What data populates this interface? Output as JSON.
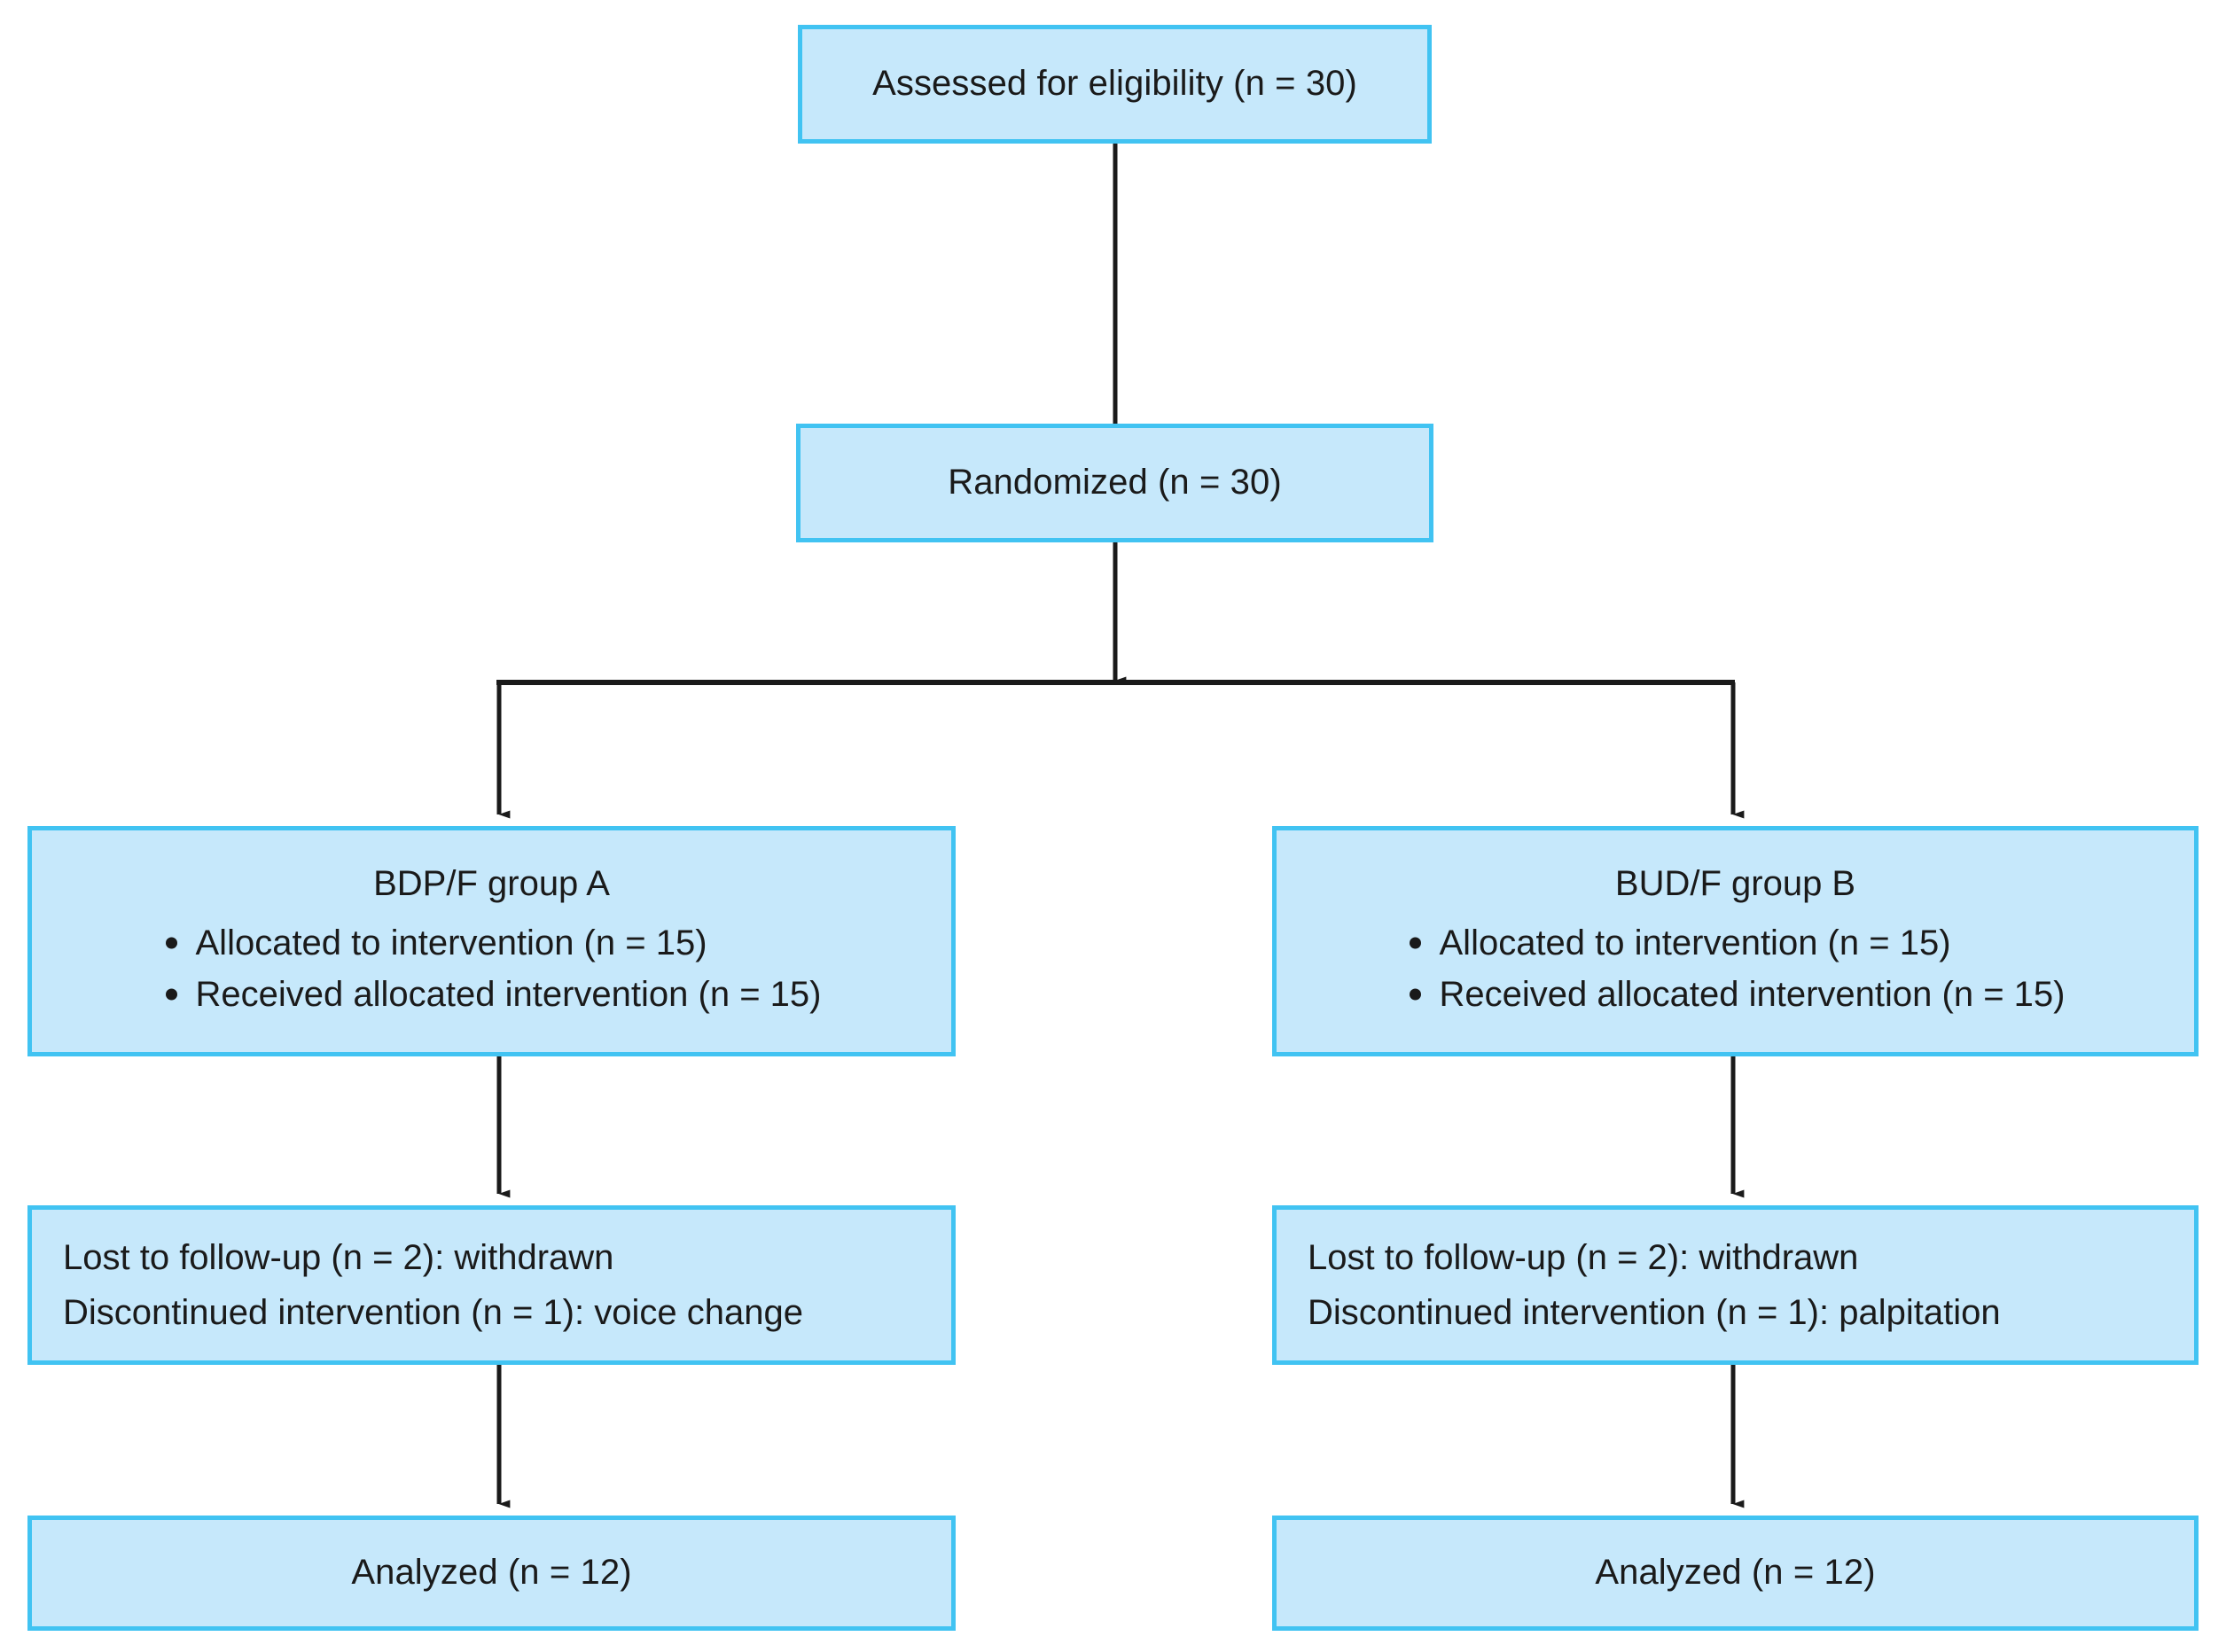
{
  "diagram": {
    "type": "consort-flow-diagram",
    "colors": {
      "box_fill": "#c6e8fb",
      "box_border": "#41c3f2",
      "connector": "#1a1a1a",
      "text": "#1a1a1a",
      "background": "#ffffff"
    },
    "enrollment": {
      "assessed_label": "Assessed for eligibility (n = 30)",
      "randomized_label": "Randomized (n = 30)"
    },
    "arms": {
      "left": {
        "group_heading": "BDP/F group A",
        "allocation_bullets": [
          "Allocated to intervention (n = 15)",
          "Received allocated intervention (n = 15)"
        ],
        "followup_lines": [
          "Lost to follow-up (n = 2): withdrawn",
          "Discontinued intervention (n = 1): voice change"
        ],
        "analysis_label": "Analyzed (n = 12)"
      },
      "right": {
        "group_heading": "BUD/F group B",
        "allocation_bullets": [
          "Allocated to intervention (n = 15)",
          "Received allocated intervention (n = 15)"
        ],
        "followup_lines": [
          "Lost to follow-up (n = 2): withdrawn",
          "Discontinued intervention (n = 1): palpitation"
        ],
        "analysis_label": "Analyzed (n = 12)"
      }
    }
  }
}
